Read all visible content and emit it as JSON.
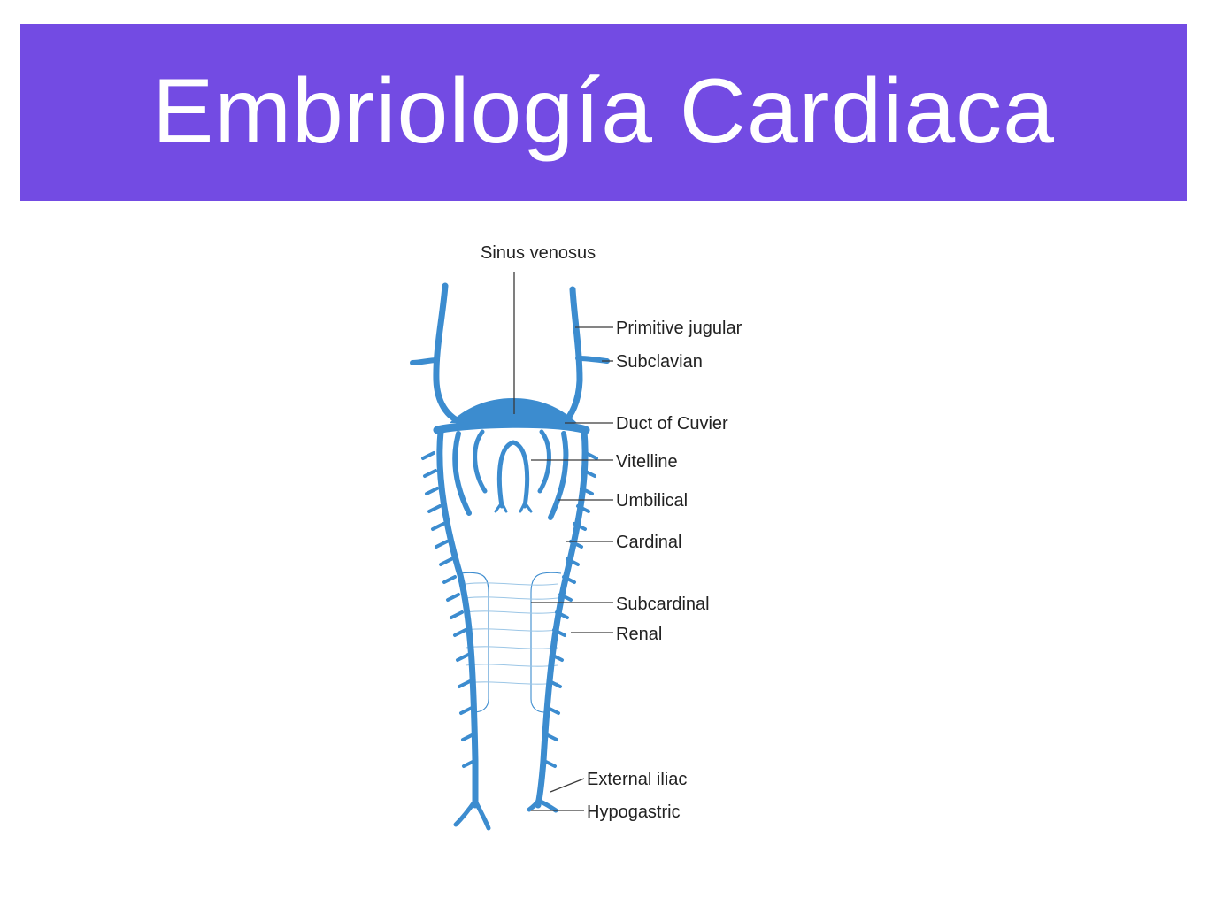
{
  "title": "Embriología Cardiaca",
  "colors": {
    "title_bar": "#734BE3",
    "title_text": "#ffffff",
    "vein": "#3C8CCF",
    "vein_light": "#9CC6E6",
    "label_text": "#222222",
    "leader": "#3a3a3a"
  },
  "diagram": {
    "labels": {
      "sinus_venosus": "Sinus venosus",
      "primitive_jugular": "Primitive jugular",
      "subclavian": "Subclavian",
      "duct_of_cuvier": "Duct of Cuvier",
      "vitelline": "Vitelline",
      "umbilical": "Umbilical",
      "cardinal": "Cardinal",
      "subcardinal": "Subcardinal",
      "renal": "Renal",
      "external_iliac": "External iliac",
      "hypogastric": "Hypogastric"
    }
  }
}
